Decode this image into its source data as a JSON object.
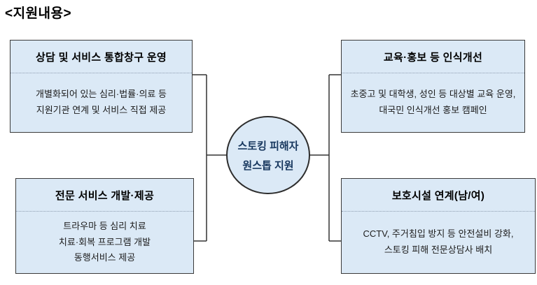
{
  "heading": "<지원내용>",
  "center": {
    "line1": "스토킹 피해자",
    "line2": "원스톱 지원"
  },
  "boxes": {
    "top_left": {
      "title": "상담 및 서비스 통합창구 운영",
      "body": [
        "개별화되어 있는 심리·법률·의료 등",
        "지원기관 연계 및 서비스 직접 제공"
      ]
    },
    "bottom_left": {
      "title": "전문 서비스 개발·제공",
      "body": [
        "트라우마 등 심리 치료",
        "치료·회복 프로그램 개발",
        "동행서비스 제공"
      ]
    },
    "top_right": {
      "title": "교육·홍보 등 인식개선",
      "body": [
        "초중고 및 대학생, 성인 등 대상별 교육 운영,",
        "대국민 인식개선 홍보 캠페인"
      ]
    },
    "bottom_right": {
      "title": "보호시설 연계(남/여)",
      "body": [
        "CCTV, 주거침입 방지 등 안전설비 강화,",
        "스토킹 피해 전문상담사 배치"
      ]
    }
  },
  "colors": {
    "box_fill": "#dbe9f6",
    "box_border": "#3a3a3a",
    "ellipse_text": "#17375e",
    "connector": "#333333",
    "separator_dots": "#8d9cb0"
  }
}
